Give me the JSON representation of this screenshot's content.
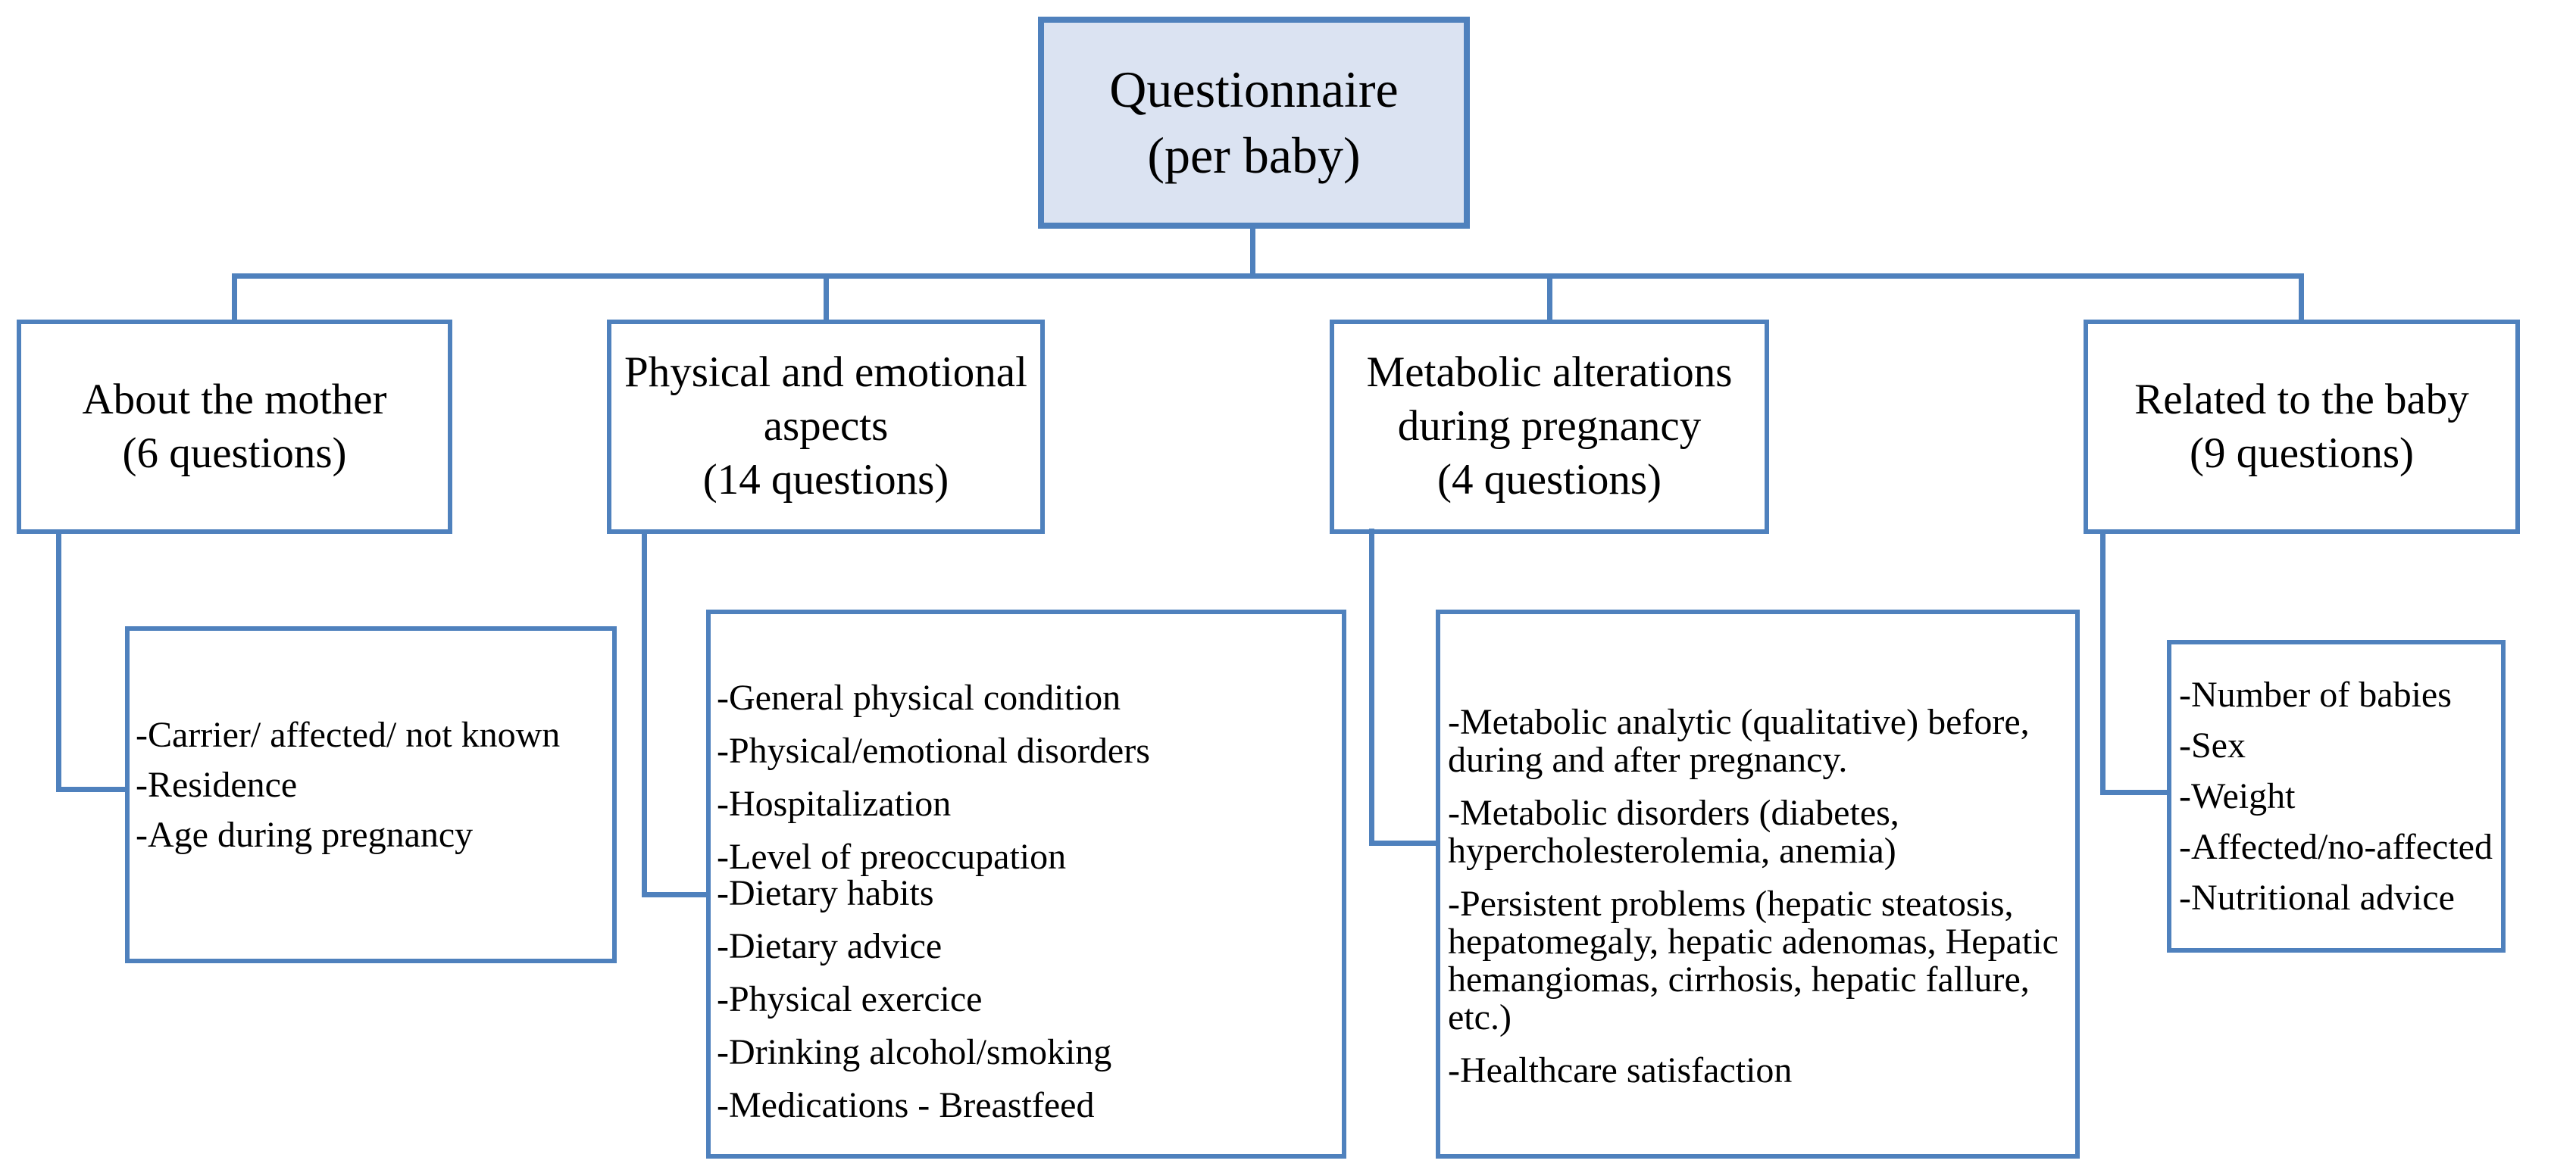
{
  "diagram": {
    "accent_color": "#4F81BD",
    "root_fill_color": "#DBE3F2",
    "root": {
      "label": "Questionnaire\n(per baby)"
    },
    "branches": [
      {
        "label": "About the mother\n(6 questions)",
        "items": [
          "-Carrier/ affected/ not known",
          "-Residence",
          "-Age during pregnancy"
        ]
      },
      {
        "label": "Physical and emotional\naspects\n(14 questions)",
        "items": [
          "-General physical condition",
          "-Physical/emotional disorders",
          "-Hospitalization",
          "-Level of preoccupation",
          "-Dietary habits",
          "-Dietary advice",
          "-Physical exercice",
          "-Drinking alcohol/smoking",
          "-Medications - Breastfeed"
        ]
      },
      {
        "label": "Metabolic alterations\nduring pregnancy\n(4 questions)",
        "items": [
          "-Metabolic analytic (qualitative) before, during and after pregnancy.",
          "-Metabolic disorders (diabetes, hypercholesterolemia, anemia)",
          "-Persistent problems (hepatic steatosis, hepatomegaly, hepatic adenomas, Hepatic hemangiomas, cirrhosis, hepatic fallure, etc.)",
          "-Healthcare satisfaction"
        ]
      },
      {
        "label": "Related to the baby\n(9 questions)",
        "items": [
          "-Number of babies",
          "-Sex",
          "-Weight",
          "-Affected/no-affected",
          "-Nutritional advice"
        ]
      }
    ]
  }
}
